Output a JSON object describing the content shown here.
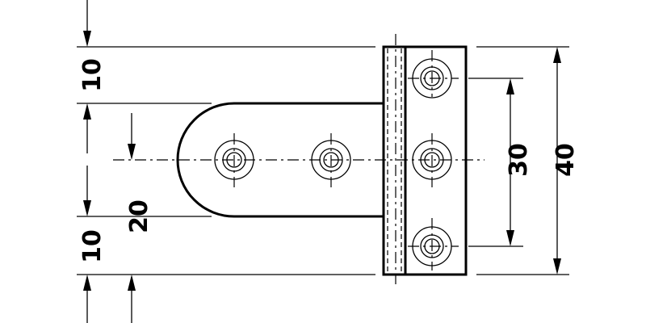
{
  "dimensions": {
    "top_offset": "10",
    "bottom_offset": "10",
    "width": "20",
    "hole_spacing": "30",
    "overall_height": "40"
  },
  "colors": {
    "line": "#000000",
    "background": "#ffffff"
  }
}
